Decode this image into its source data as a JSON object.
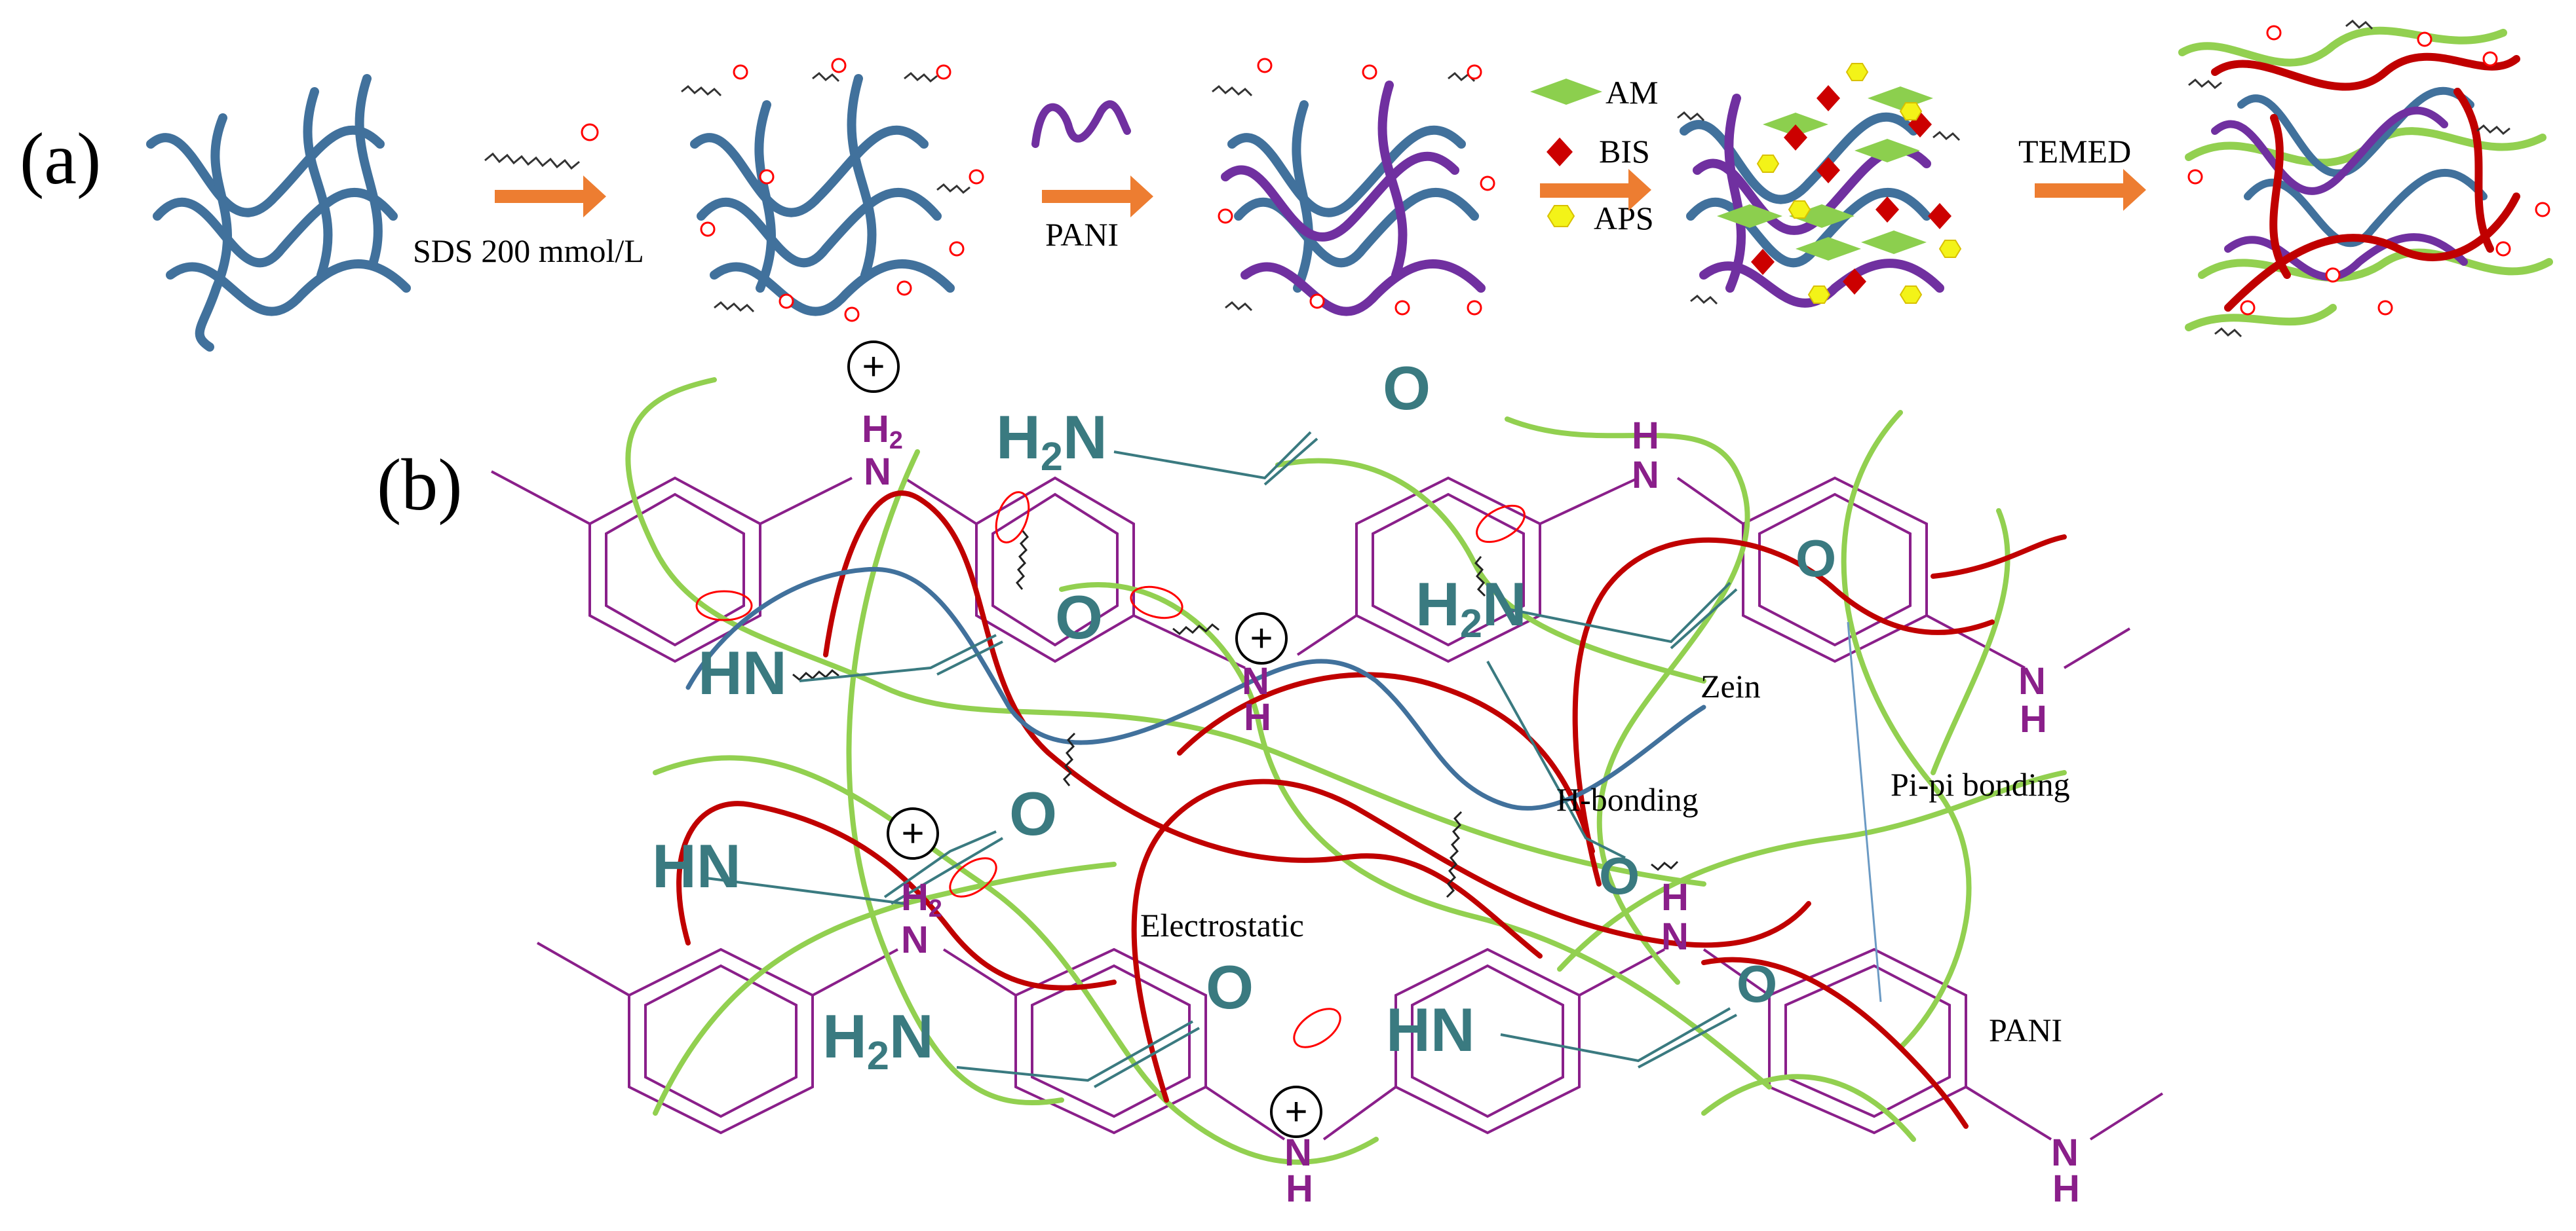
{
  "panels": {
    "a_label": "(a)",
    "b_label": "(b)"
  },
  "panel_a": {
    "step1_label": "SDS  200 mmol/L",
    "step2_label": "PANI",
    "step4_label": "TEMED",
    "legend": [
      {
        "label": "AM",
        "shape": "diamond",
        "color": "#8ccf4e"
      },
      {
        "label": "BIS",
        "shape": "diamond",
        "color": "#cc0000"
      },
      {
        "label": "APS",
        "shape": "hexagon",
        "color": "#f3f318"
      }
    ],
    "arrow_color": "#ed7d31"
  },
  "panel_b": {
    "labels": {
      "zein": "Zein",
      "h_bonding": "H-bonding",
      "pi_pi": "Pi-pi bonding",
      "electrostatic": "Electrostatic",
      "pani": "PANI"
    },
    "groups": {
      "h2n": "H",
      "h2n_sub": "2",
      "h2n_tail": "N",
      "hn": "HN",
      "o": "O",
      "h": "H",
      "n": "N",
      "h2": "H",
      "h2_sub": "2",
      "plus": "+"
    }
  },
  "colors": {
    "zein": "#41719c",
    "pani": "#7030a0",
    "pam_green": "#92d050",
    "pam_red": "#c00000",
    "group_teal": "#3a7a80",
    "sds_tail": "#333333",
    "sds_head": "#ff0000"
  }
}
